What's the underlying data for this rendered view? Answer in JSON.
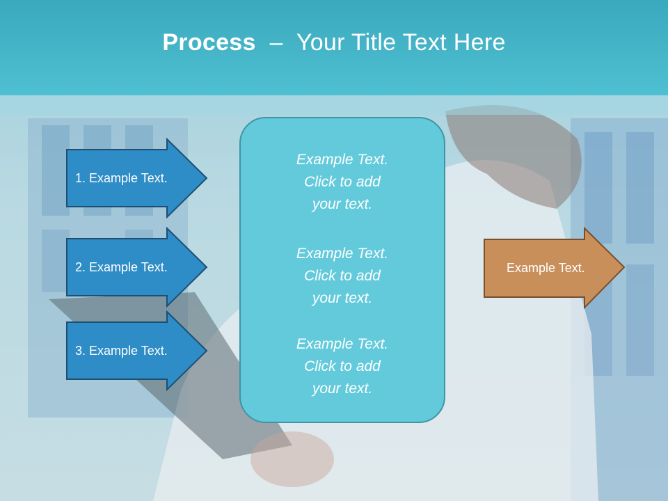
{
  "title": {
    "bold": "Process",
    "separator": "–",
    "rest": "Your Title Text Here"
  },
  "left_arrows": [
    {
      "label": "1. Example Text."
    },
    {
      "label": "2. Example Text."
    },
    {
      "label": "3. Example Text."
    }
  ],
  "center_blocks": [
    {
      "line1": "Example Text.",
      "line2": "Click  to add",
      "line3": "your text."
    },
    {
      "line1": "Example Text.",
      "line2": "Click  to add",
      "line3": "your text."
    },
    {
      "line1": "Example Text.",
      "line2": "Click  to add",
      "line3": "your text."
    }
  ],
  "right_arrow": {
    "label": "Example Text."
  },
  "colors": {
    "title_bar": "#4fbfd2",
    "left_arrow_fill": "#2e8cc6",
    "left_arrow_stroke": "#1d4f73",
    "center_box_fill": "#62cadb",
    "right_arrow_fill": "#c98f5b",
    "right_arrow_stroke": "#7a4e2b"
  }
}
